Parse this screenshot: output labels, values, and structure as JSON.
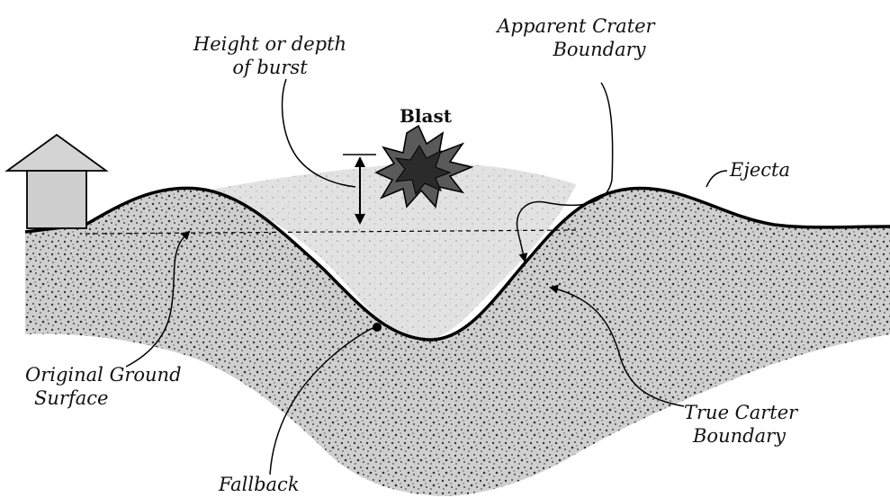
{
  "diagram": {
    "labels": {
      "height_depth_line1": "Height or depth",
      "height_depth_line2": "of burst",
      "apparent_line1": "Apparent Crater",
      "apparent_line2": "Boundary",
      "blast": "Blast",
      "ejecta": "Ejecta",
      "original_line1": "Original Ground",
      "original_line2": "Surface",
      "true_line1": "True Carter",
      "true_line2": "Boundary",
      "fallback": "Fallback"
    },
    "colors": {
      "soil_fill": "#c9c9c9",
      "soil_speckle": "#3a3a3a",
      "fallback_fill": "#dcdcdc",
      "line": "#000000",
      "blast_fill": "#555555"
    },
    "icons": [
      "house-icon",
      "blast-burst-icon"
    ]
  }
}
